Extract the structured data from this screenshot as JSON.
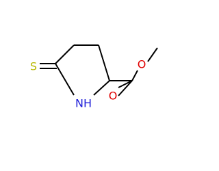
{
  "molecule": {
    "atoms": {
      "sulfur": {
        "symbol": "S",
        "color": "#b8b800"
      },
      "nitrogen": {
        "symbol": "NH",
        "color": "#1a1ad8"
      },
      "ether_oxygen": {
        "symbol": "O",
        "color": "#e00000"
      },
      "carbonyl_oxygen": {
        "symbol": "O",
        "color": "#e00000"
      }
    },
    "bond_color": "#000000"
  }
}
